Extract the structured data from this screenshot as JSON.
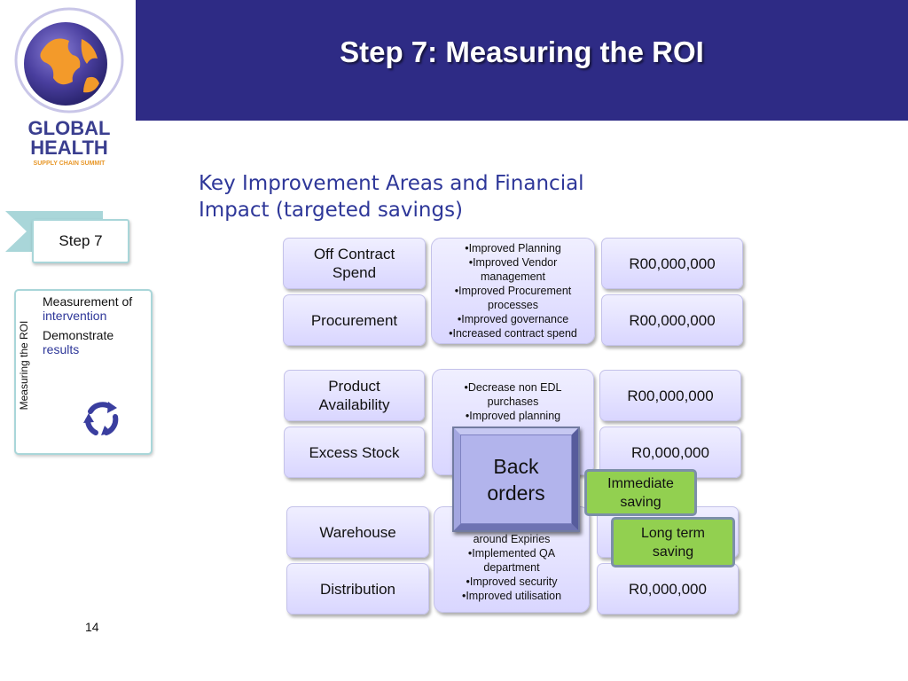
{
  "header": {
    "title": "Step 7: Measuring the ROI"
  },
  "logo": {
    "line1": "GLOBAL",
    "line2": "HEALTH",
    "line3": "SUPPLY CHAIN SUMMIT",
    "icon": "globe-logo-icon"
  },
  "subtitle": {
    "line1": "Key Improvement Areas and Financial",
    "line2": "Impact (targeted savings)"
  },
  "step_indicator": {
    "label": "Step 7"
  },
  "side_panel": {
    "vertical_label": "Measuring the ROI",
    "item1_a": "Measurement of",
    "item1_b": "intervention",
    "item2_a": "Demonstrate",
    "item2_b": "results",
    "icon": "recycle-arrows-icon"
  },
  "areas": [
    {
      "label_1": "Off Contract",
      "label_2": "Spend",
      "value": "R00,000,000"
    },
    {
      "label_1": "Procurement",
      "value": "R00,000,000"
    },
    {
      "label_1": "Product",
      "label_2": "Availability",
      "value": "R00,000,000"
    },
    {
      "label_1": "Excess Stock",
      "value": "R0,000,000"
    },
    {
      "label_1": "Warehouse"
    },
    {
      "label_1": "Distribution",
      "value": "R0,000,000"
    }
  ],
  "details": {
    "group1": [
      "•Improved Planning",
      "•Improved Vendor",
      "management",
      "•Improved Procurement",
      "processes",
      "•Improved governance",
      "•Increased contract spend"
    ],
    "group2": [
      "•Decrease non EDL",
      "purchases",
      "•Improved planning"
    ],
    "group3": [
      "around Expiries",
      "•Implemented QA",
      "department",
      "•Improved security",
      "•Improved utilisation"
    ]
  },
  "callouts": {
    "back_orders_1": "Back",
    "back_orders_2": "orders",
    "immediate_1": "Immediate",
    "immediate_2": "saving",
    "long_term_1": "Long term",
    "long_term_2": "saving"
  },
  "footer": {
    "page_number": "14"
  },
  "colors": {
    "header": "#2e2b85",
    "accent_text": "#2e3799",
    "callout_green": "#92d050",
    "box_fill": "#e3e1ff",
    "panel_border": "#a9d6d9"
  }
}
